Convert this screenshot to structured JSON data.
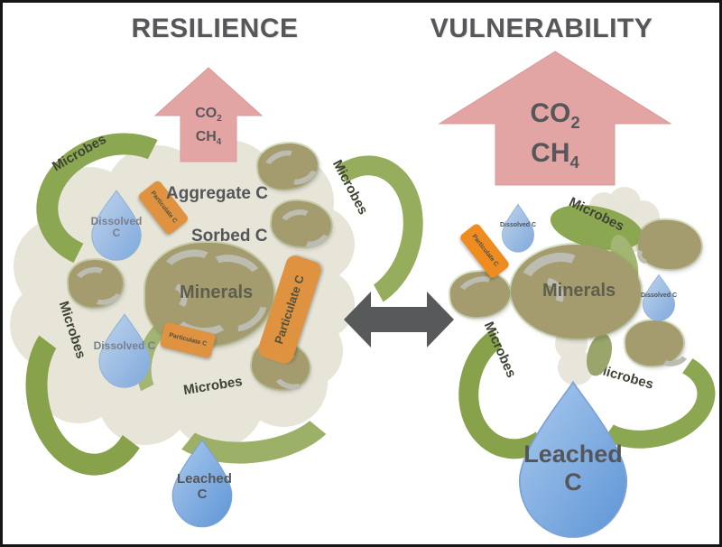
{
  "titles": {
    "left": "RESILIENCE",
    "right": "VULNERABILITY"
  },
  "gases": {
    "co2": {
      "main": "CO",
      "sub": "2"
    },
    "ch4": {
      "main": "CH",
      "sub": "4"
    }
  },
  "labels": {
    "microbes": "Microbes",
    "dissolved_c": "Dissolved C",
    "particulate_c": "Particulate C",
    "aggregate_c": "Aggregate C",
    "sorbed_c": "Sorbed C",
    "minerals": "Minerals",
    "leached_c": "Leached C"
  },
  "colors": {
    "arrow_pink": "#e3a5a4",
    "microbes_green": "#8ca751",
    "mineral_olive": "#a49c6e",
    "particulate_orange": "#df9240",
    "droplet_blue": "#7fa9dc",
    "soil_cloud_beige": "#e7e4d8",
    "text_gray": "#56575b",
    "exchange_arrow_gray": "#58595b"
  }
}
